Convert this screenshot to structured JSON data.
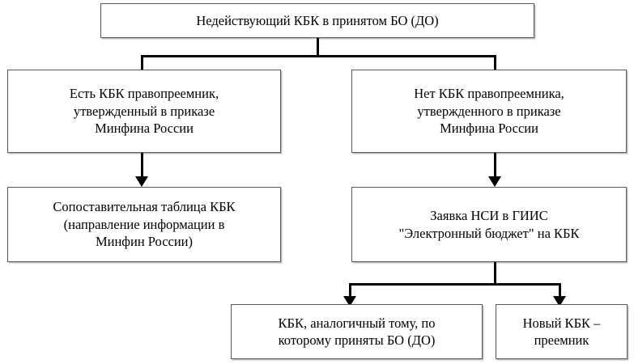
{
  "diagram": {
    "title": "Недействующий КБК в принятом БО (ДО)",
    "type": "flowchart",
    "orientation": "top-down",
    "nodes": [
      {
        "id": "root",
        "label": "Недействующий КБК в принятом БО (ДО)"
      },
      {
        "id": "branch-left",
        "label": "Есть КБК правопреемник,\nутвержденный в приказе\nМинфина России"
      },
      {
        "id": "branch-right",
        "label": "Нет КБК правопреемника,\nутвержденного в приказе\nМинфина России"
      },
      {
        "id": "left-result",
        "label": "Сопоставительная таблица КБК\n(направление информации в\nМинфин России)"
      },
      {
        "id": "right-result",
        "label": "Заявка НСИ в ГИИС\n\"Электронный бюджет\" на КБК"
      },
      {
        "id": "leaf-left",
        "label": "КБК, аналогичный тому, по\nкоторому приняты БО (ДО)"
      },
      {
        "id": "leaf-right",
        "label": "Новый КБК –\nпреемник"
      }
    ],
    "edges": [
      {
        "from": "root",
        "to": "branch-left",
        "style": "elbow"
      },
      {
        "from": "root",
        "to": "branch-right",
        "style": "elbow"
      },
      {
        "from": "branch-left",
        "to": "left-result",
        "style": "arrow"
      },
      {
        "from": "branch-right",
        "to": "right-result",
        "style": "arrow"
      },
      {
        "from": "right-result",
        "to": "leaf-left",
        "style": "elbow-arrow"
      },
      {
        "from": "right-result",
        "to": "leaf-right",
        "style": "elbow-arrow"
      }
    ],
    "colors": {
      "box_border": "#595959",
      "box_shadow": "#bfbfbf",
      "box_fill": "#ffffff",
      "connector": "#000000",
      "text": "#000000"
    }
  }
}
